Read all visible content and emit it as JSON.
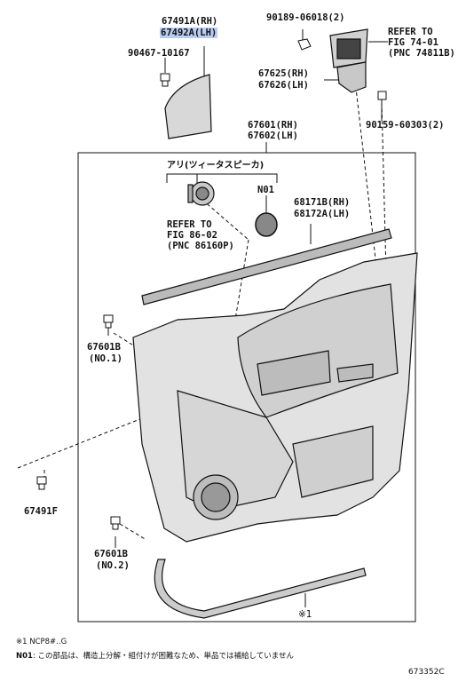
{
  "labels": {
    "part_67491A": "67491A(RH)",
    "part_67492A": "67492A(LH)",
    "part_90467": "90467-10167",
    "part_90189": "90189-06018(2)",
    "refer_74_line1": "REFER TO",
    "refer_74_line2": "FIG 74-01",
    "refer_74_line3": "(PNC 74811B)",
    "part_67625": "67625(RH)",
    "part_67626": "67626(LH)",
    "part_90159": "90159-60303(2)",
    "part_67601": "67601(RH)",
    "part_67602": "67602(LH)",
    "jp_tweeter": "アリ(ツィータスピーカ)",
    "part_N01": "N01",
    "refer_86_line1": "REFER TO",
    "refer_86_line2": "FIG 86-02",
    "refer_86_line3": "(PNC 86160P)",
    "part_68171B": "68171B(RH)",
    "part_68172A": "68172A(LH)",
    "part_67601B_1": "67601B",
    "qty_no1": "(NO.1)",
    "part_67491F": "67491F",
    "part_67601B_2": "67601B",
    "qty_no2": "(NO.2)",
    "mark_star1": "※1"
  },
  "notes": {
    "note1": "※1  NCP8#..G",
    "note2_key": "N01",
    "note2_text": ": この部品は、構造上分解・組付けが困難なため、単品では補給していません",
    "figure_code": "673352C"
  },
  "colors": {
    "highlight": "#b9cdf2",
    "line": "#111111",
    "part_fill": "#d8d8d8"
  }
}
